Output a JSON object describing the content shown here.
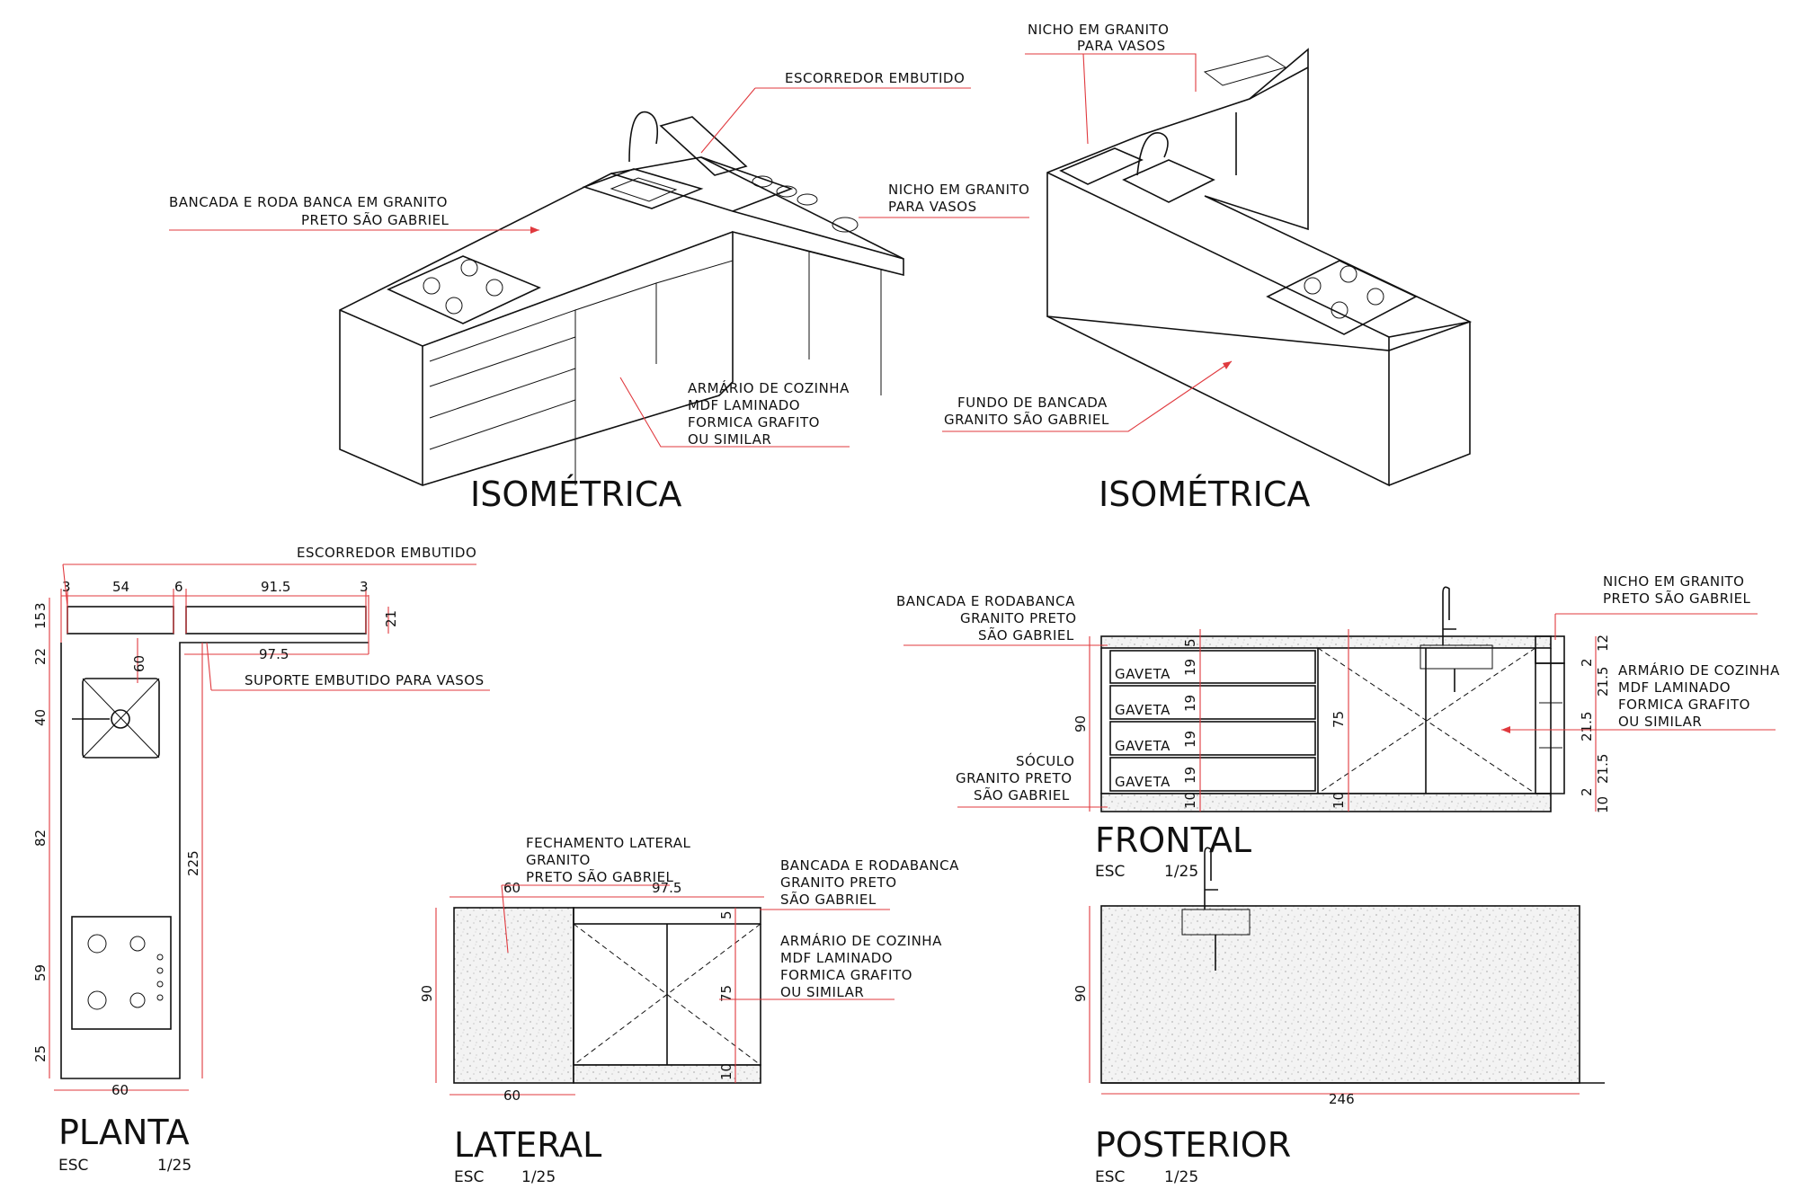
{
  "titles": {
    "iso_left": "ISOMÉTRICA",
    "iso_right": "ISOMÉTRICA",
    "planta": "PLANTA",
    "lateral": "LATERAL",
    "frontal": "FRONTAL",
    "posterior": "POSTERIOR"
  },
  "scale": {
    "esc": "ESC",
    "value": "1/25"
  },
  "iso_left_labels": {
    "escorredor": "ESCORREDOR EMBUTIDO",
    "bancada_1": "BANCADA E RODA BANCA EM GRANITO",
    "bancada_2": "PRETO SÃO GABRIEL",
    "nicho_1": "NICHO EM GRANITO",
    "nicho_2": "PARA VASOS",
    "armario_1": "ARMÁRIO DE COZINHA",
    "armario_2": "MDF LAMINADO",
    "armario_3": "FORMICA GRAFITO",
    "armario_4": "OU SIMILAR"
  },
  "iso_right_labels": {
    "nicho_1": "NICHO EM GRANITO",
    "nicho_2": "PARA VASOS",
    "fundo_1": "FUNDO DE BANCADA",
    "fundo_2": "GRANITO SÃO GABRIEL"
  },
  "planta": {
    "escorredor": "ESCORREDOR EMBUTIDO",
    "suporte": "SUPORTE EMBUTIDO PARA VASOS",
    "top_dims": [
      "3",
      "54",
      "6",
      "91.5",
      "3"
    ],
    "dim_975": "97.5",
    "left_dims": [
      "15",
      "3",
      "22",
      "40",
      "82",
      "59",
      "25"
    ],
    "dim_21": "21",
    "dim_60_sink": "60",
    "dim_225": "225",
    "dim_60_bottom": "60"
  },
  "lateral": {
    "fechamento_1": "FECHAMENTO LATERAL",
    "fechamento_2": "GRANITO",
    "fechamento_3": "PRETO SÃO GABRIEL",
    "bancada_1": "BANCADA E RODABANCA",
    "bancada_2": "GRANITO PRETO",
    "bancada_3": "SÃO GABRIEL",
    "armario_1": "ARMÁRIO DE COZINHA",
    "armario_2": "MDF LAMINADO",
    "armario_3": "FORMICA GRAFITO",
    "armario_4": "OU SIMILAR",
    "dim_60_top": "60",
    "dim_975": "97.5",
    "dim_90": "90",
    "dim_5": "5",
    "dim_75": "75",
    "dim_10": "10",
    "dim_60_bottom": "60"
  },
  "frontal": {
    "bancada_1": "BANCADA E RODABANCA",
    "bancada_2": "GRANITO PRETO",
    "bancada_3": "SÃO GABRIEL",
    "soculo_1": "SÓCULO",
    "soculo_2": "GRANITO PRETO",
    "soculo_3": "SÃO GABRIEL",
    "nicho_1": "NICHO EM GRANITO",
    "nicho_2": "PRETO SÃO GABRIEL",
    "armario_1": "ARMÁRIO DE COZINHA",
    "armario_2": "MDF LAMINADO",
    "armario_3": "FORMICA GRAFITO",
    "armario_4": "OU SIMILAR",
    "gaveta": [
      "GAVETA",
      "GAVETA",
      "GAVETA",
      "GAVETA"
    ],
    "drawer_dims": [
      "5",
      "19",
      "19",
      "19",
      "19",
      "10"
    ],
    "dim_90": "90",
    "dim_75": "75",
    "dim_10": "10",
    "right_dims": [
      "12",
      "2",
      "21.5",
      "21.5",
      "21.5",
      "2",
      "10"
    ]
  },
  "posterior": {
    "dim_90": "90",
    "dim_246": "246"
  }
}
